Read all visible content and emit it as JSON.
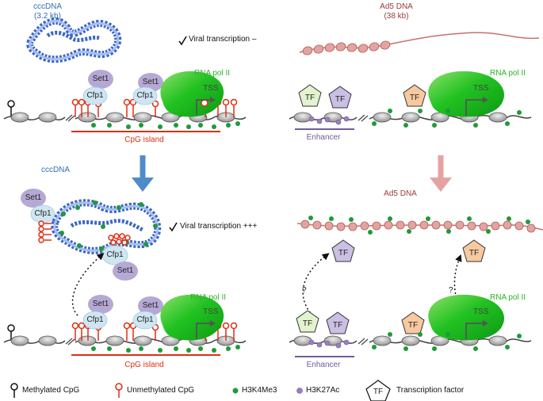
{
  "top_left": {
    "cccdna_title": "cccDNA",
    "cccdna_size": "(3.2 kb)",
    "viral_transcription": "Viral transcription –",
    "rna_pol": "RNA pol II",
    "tss": "TSS",
    "cpg_island": "CpG island",
    "set1": "Set1",
    "cfp1": "Cfp1"
  },
  "top_right": {
    "ad5_title": "Ad5 DNA",
    "ad5_size": "(38 kb)",
    "tf": "TF",
    "rna_pol": "RNA pol II",
    "tss": "TSS",
    "enhancer": "Enhancer"
  },
  "bottom_left": {
    "cccdna_title": "cccDNA",
    "viral_transcription": "Viral transcription +++",
    "rna_pol": "RNA pol II",
    "tss": "TSS",
    "cpg_island": "CpG island",
    "set1": "Set1",
    "cfp1": "Cfp1"
  },
  "bottom_right": {
    "ad5_title": "Ad5 DNA",
    "tf": "TF",
    "question": "?",
    "rna_pol": "RNA pol II",
    "tss": "TSS",
    "enhancer": "Enhancer"
  },
  "legend": {
    "methylated": "Methylated CpG",
    "unmethylated": "Unmethylated CpG",
    "h3k4me3": "H3K4Me3",
    "h3k27ac": "H3K27Ac",
    "tf": "TF",
    "transcription_factor": "Transcription factor"
  },
  "colors": {
    "cccdna_blue": "#2f6fb5",
    "ad5_brown": "#9b3b3b",
    "rna_pol_green": "#26b526",
    "cpg_red": "#e02d12",
    "set1_lavender": "#b6a8d4",
    "cfp1_lightblue": "#cfe6f2",
    "tf_lightgreen": "#e3f2cf",
    "tf_lavender": "#cbbfe4",
    "tf_orange": "#f7c9a0",
    "h3k4me3_green": "#1f9a3a",
    "h3k27ac_purple": "#9a7fc6",
    "arrow_blue": "#4f8bc8",
    "arrow_pink": "#e6a2a2"
  }
}
